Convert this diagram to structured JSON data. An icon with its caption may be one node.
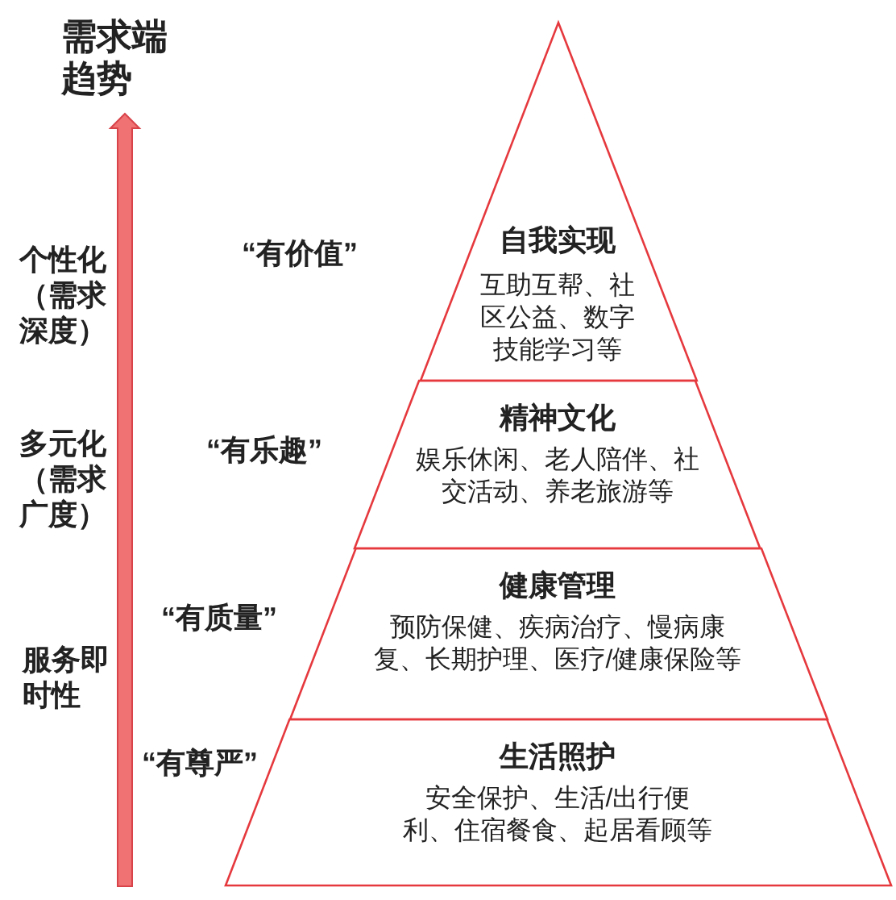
{
  "diagram": {
    "title": "需求端趋势",
    "nodes": [
      {
        "text": [
          "自我实现",
          "互助互帮、社区公益、数字技能学习等"
        ],
        "beside": [
          "“有价值”"
        ]
      },
      {
        "text": [
          "精神文化",
          "娱乐休闲、老人陪伴、社交活动、养老旅游等"
        ],
        "beside": [
          "“有乐趣”"
        ]
      },
      {
        "text": [
          "健康管理",
          "预防保健、疾病治疗、慢病康复、长期护理、医疗/健康保险等"
        ],
        "beside": [
          "“有质量”"
        ]
      },
      {
        "text": [
          "生活照护",
          "安全保护、生活/出行便利、住宿餐食、起居看顾等"
        ],
        "beside": [
          "“有尊严”"
        ]
      }
    ],
    "labels": [
      "个性化（需求深度）",
      "多元化（需求广度）",
      "服务即时性"
    ]
  }
}
